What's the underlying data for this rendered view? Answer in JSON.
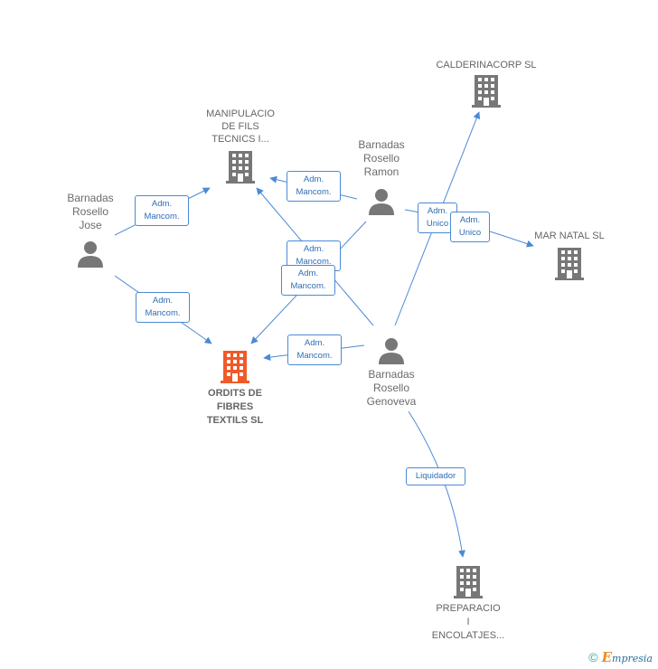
{
  "nodes": {
    "calderinacorp": {
      "lines": [
        "CALDERINACORP SL"
      ],
      "icon": "building-icon",
      "color": "#777777"
    },
    "manipulacio": {
      "lines": [
        "MANIPULACIO",
        "DE FILS",
        "TECNICS I..."
      ],
      "icon": "building-icon",
      "color": "#777777"
    },
    "mar_natal": {
      "lines": [
        "MAR NATAL SL"
      ],
      "icon": "building-icon",
      "color": "#777777"
    },
    "ordits": {
      "lines": [
        "ORDITS DE",
        "FIBRES",
        "TEXTILS SL"
      ],
      "icon": "building-icon",
      "color": "#f05a28"
    },
    "preparacio": {
      "lines": [
        "PREPARACIO",
        "I",
        "ENCOLATJES..."
      ],
      "icon": "building-icon",
      "color": "#777777"
    },
    "jose": {
      "lines": [
        "Barnadas",
        "Rosello",
        "Jose"
      ],
      "icon": "person-icon",
      "color": "#777777"
    },
    "ramon": {
      "lines": [
        "Barnadas",
        "Rosello",
        "Ramon"
      ],
      "icon": "person-icon",
      "color": "#777777"
    },
    "genoveva": {
      "lines": [
        "Barnadas",
        "Rosello",
        "Genoveva"
      ],
      "icon": "person-icon",
      "color": "#777777"
    }
  },
  "edge_labels": {
    "jose_manip": [
      "Adm.",
      "Mancom."
    ],
    "ramon_manip": [
      "Adm.",
      "Mancom."
    ],
    "ramon_calder": [
      "Adm.",
      "Unico"
    ],
    "genoveva_marnatal": [
      "Adm.",
      "Unico"
    ],
    "jose_ordits": [
      "Adm.",
      "Mancom."
    ],
    "genoveva_manip": [
      "Adm.",
      "Mancom."
    ],
    "ramon_ordits": [
      "Adm.",
      "Mancom."
    ],
    "genoveva_ordits": [
      "Adm.",
      "Mancom."
    ],
    "genoveva_preparacio": [
      "Liquidador"
    ]
  },
  "footer": {
    "copyright": "©",
    "brand_initial": "E",
    "brand_rest": "mpresia"
  },
  "colors": {
    "edge": "#4a8ad6",
    "tag_text": "#2f6db5",
    "focus": "#f05a28",
    "node": "#777777"
  }
}
